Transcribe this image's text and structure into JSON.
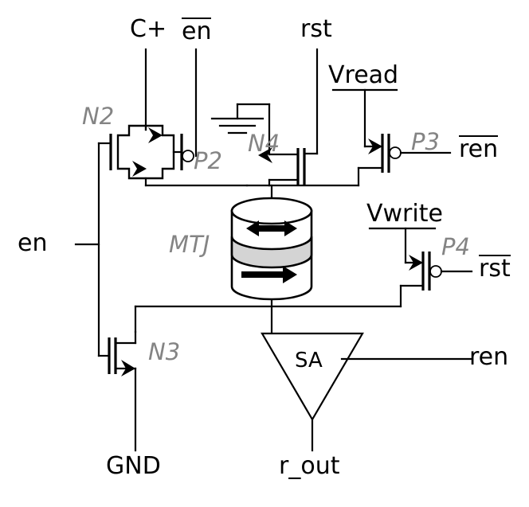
{
  "diagram": {
    "title": "MTJ-based non-volatile memory cell schematic",
    "colors": {
      "wire": "#000000",
      "device_label": "#848484",
      "mtj_barrier": "#d4d4d4",
      "background": "#ffffff"
    }
  },
  "signals": {
    "c_plus": "C+",
    "en_bar": "en",
    "rst": "rst",
    "vread": "Vread",
    "ren_bar": "ren",
    "en": "en",
    "vwrite": "Vwrite",
    "rst_bar": "rst",
    "ren": "ren",
    "gnd": "GND",
    "r_out": "r_out"
  },
  "devices": {
    "n2": "N2",
    "p2": "P2",
    "n4": "N4",
    "p3": "P3",
    "mtj": "MTJ",
    "p4": "P4",
    "n3": "N3",
    "sa": "SA"
  },
  "icons": {
    "ground": "ground-icon",
    "mtj_free_layer": "double-arrow-icon",
    "mtj_fixed_layer": "single-arrow-icon",
    "pmos_bubble": "inversion-bubble-icon",
    "sense_amplifier": "triangle-icon"
  }
}
